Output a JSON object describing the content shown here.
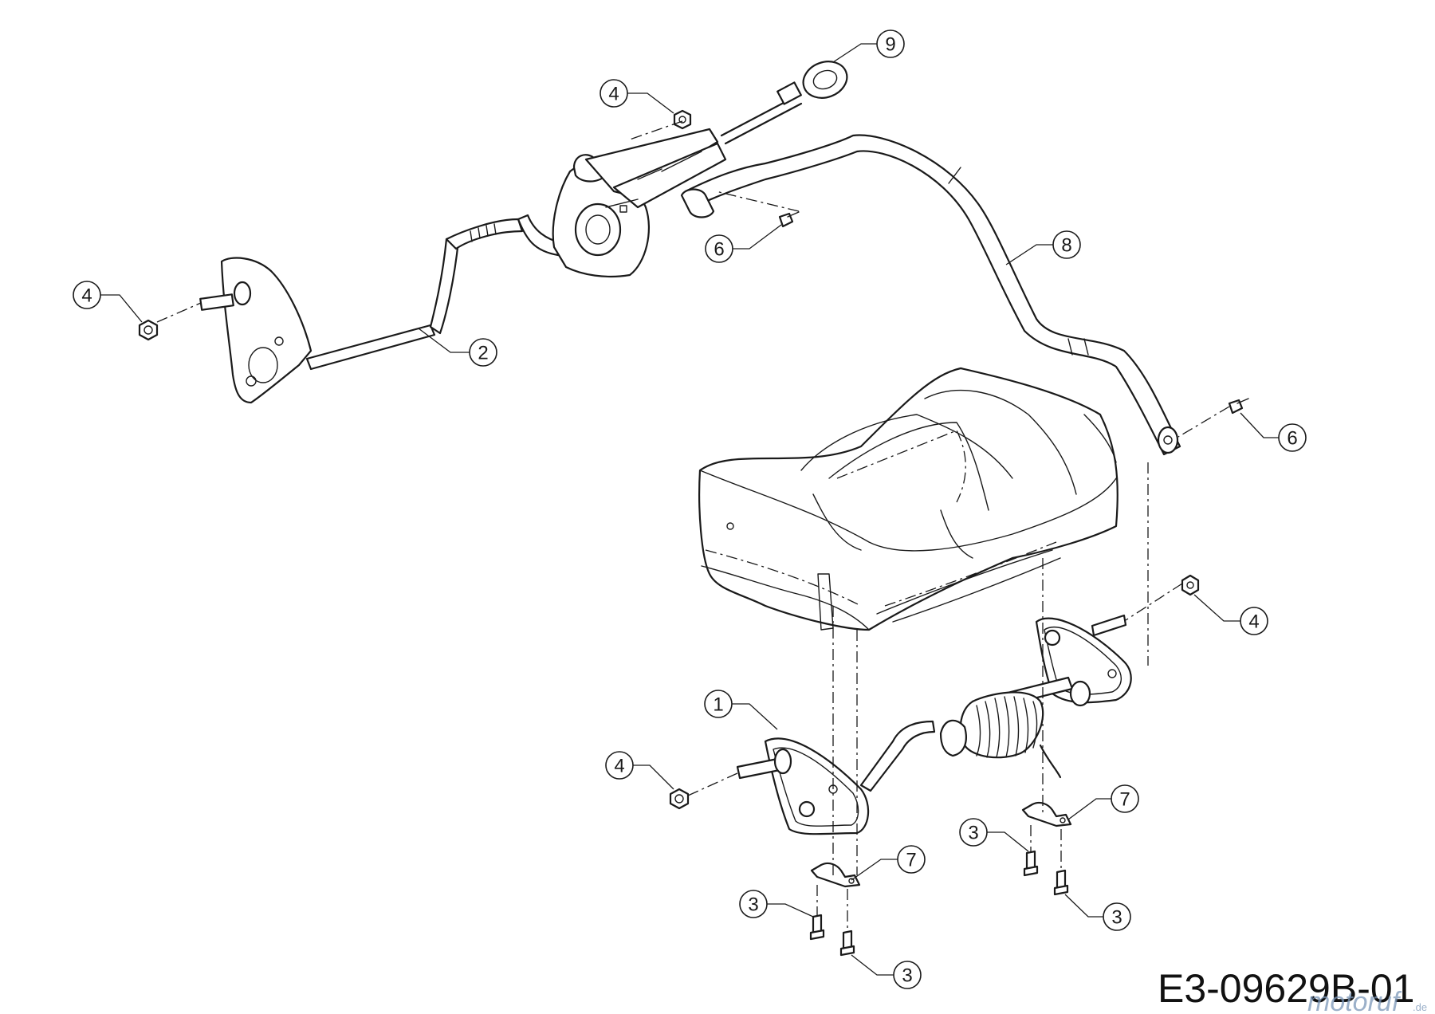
{
  "diagram_code": "E3-09629B-01",
  "watermark": {
    "text": "motoruf",
    "suffix": ".de"
  },
  "callouts": [
    {
      "id": "callout-9",
      "number": "9",
      "part": "cable-grip"
    },
    {
      "id": "callout-4-top",
      "number": "4",
      "part": "hex-nut"
    },
    {
      "id": "callout-4-left",
      "number": "4",
      "part": "hex-nut"
    },
    {
      "id": "callout-2",
      "number": "2",
      "part": "rear-axle"
    },
    {
      "id": "callout-6-left",
      "number": "6",
      "part": "shoulder-bolt"
    },
    {
      "id": "callout-8",
      "number": "8",
      "part": "rear-handle-bar"
    },
    {
      "id": "callout-6-right",
      "number": "6",
      "part": "shoulder-bolt"
    },
    {
      "id": "callout-4-right",
      "number": "4",
      "part": "hex-nut"
    },
    {
      "id": "callout-1",
      "number": "1",
      "part": "front-axle"
    },
    {
      "id": "callout-4-bottom",
      "number": "4",
      "part": "hex-nut"
    },
    {
      "id": "callout-7-right",
      "number": "7",
      "part": "axle-clip"
    },
    {
      "id": "callout-7-left",
      "number": "7",
      "part": "axle-clip"
    },
    {
      "id": "callout-3-a",
      "number": "3",
      "part": "screw"
    },
    {
      "id": "callout-3-b",
      "number": "3",
      "part": "screw"
    },
    {
      "id": "callout-3-c",
      "number": "3",
      "part": "screw"
    },
    {
      "id": "callout-3-d",
      "number": "3",
      "part": "screw"
    }
  ]
}
